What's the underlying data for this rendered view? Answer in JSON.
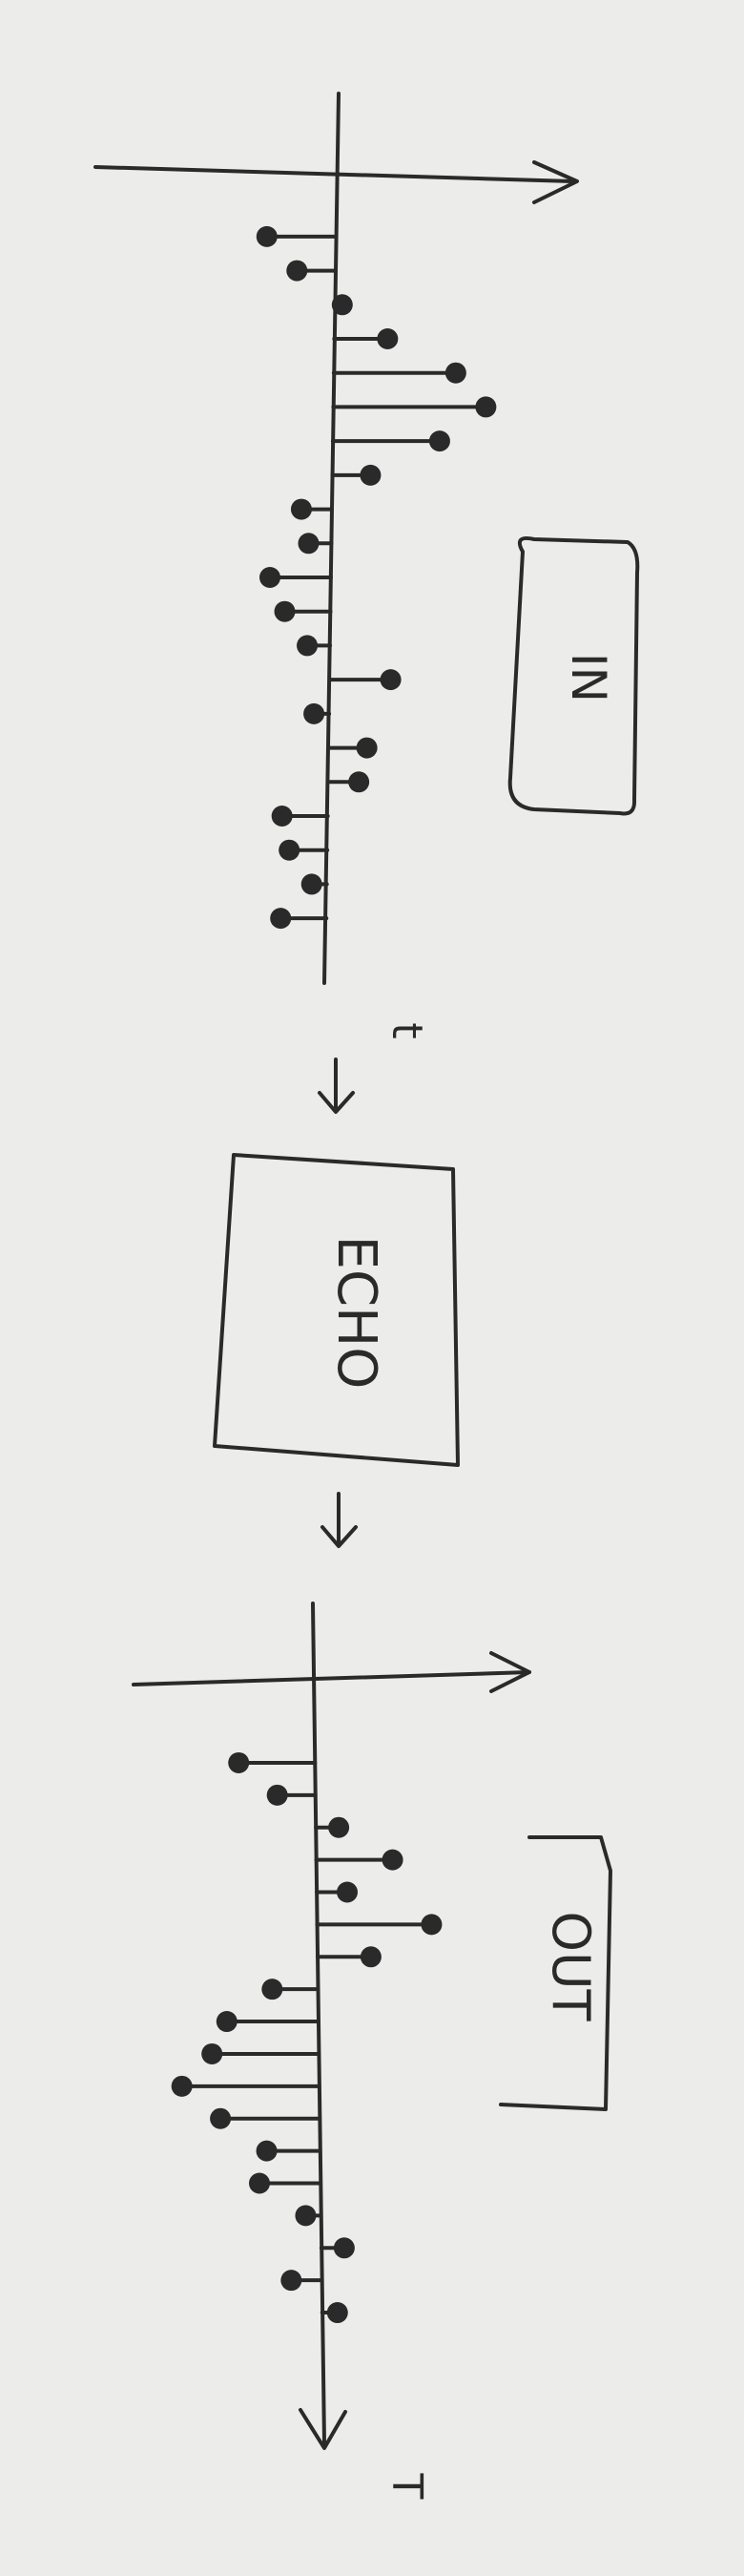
{
  "diagram": {
    "input_label": "IN",
    "block_label": "ECHO",
    "output_label": "OUT",
    "time_label": "t",
    "input_axis_time_label": "t",
    "output_axis_time_label": "T"
  },
  "input_signal": {
    "samples": [
      -0.9,
      -0.5,
      0.1,
      0.7,
      1.6,
      2.0,
      1.4,
      0.5,
      -0.4,
      -0.3,
      -0.8,
      -0.6,
      -0.3,
      0.8,
      -0.2,
      0.5,
      0.4,
      -0.6,
      -0.5,
      -0.2,
      -0.6
    ]
  },
  "output_signal": {
    "samples": [
      -1.0,
      -0.5,
      0.3,
      1.0,
      0.4,
      1.5,
      0.7,
      -0.6,
      -1.2,
      -1.4,
      -1.8,
      -1.3,
      -0.7,
      -0.8,
      -0.2,
      0.3,
      -0.4,
      0.2
    ]
  },
  "colors": {
    "ink": "#2a2a2a",
    "paper": "#ececea"
  }
}
